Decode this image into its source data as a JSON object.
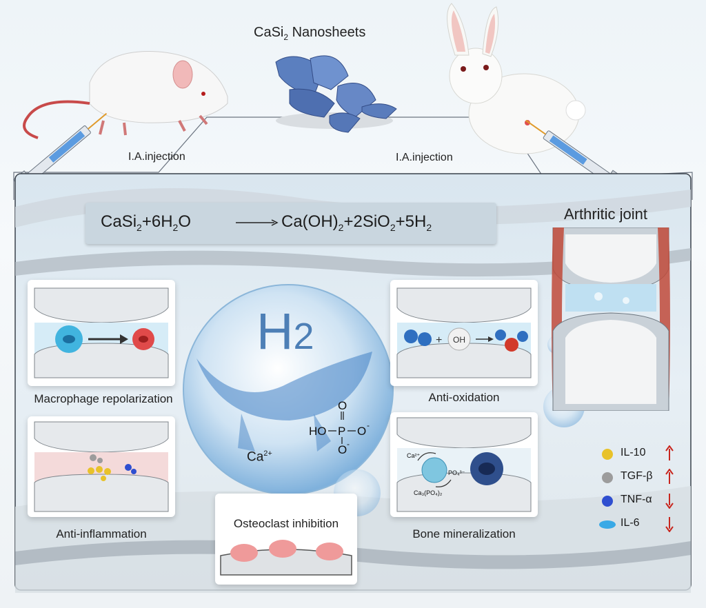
{
  "header": {
    "title_base": "CaSi",
    "title_sub": "2",
    "title_rest": " Nanosheets",
    "injection_left": "I.A.injection",
    "injection_right": "I.A.injection"
  },
  "equation": {
    "lhs_ca": "CaSi",
    "lhs_sub": "2",
    "lhs_plus": "+6H",
    "lhs_sub2": "2",
    "lhs_o": "O",
    "rhs_a": "Ca(OH)",
    "rhs_sub1": "2",
    "rhs_b": "+2SiO",
    "rhs_sub2": "2",
    "rhs_c": "+5H",
    "rhs_sub3": "2"
  },
  "joint": {
    "title": "Arthritic joint"
  },
  "center": {
    "h2_letter": "H",
    "h2_sub": "2",
    "ca_ion": "Ca",
    "ca_charge": "2+",
    "phosphate_ho": "HO",
    "phosphate_p": "P",
    "phosphate_o": "O",
    "phosphate_minus": "-"
  },
  "panels": {
    "macrophage": "Macrophage repolarization",
    "inflammation": "Anti-inflammation",
    "osteoclast": "Osteoclast inhibition",
    "oxidation": "Anti-oxidation",
    "mineralization": "Bone mineralization",
    "oxidation_oh": "OH",
    "min_ca": "Ca²⁺",
    "min_po4": "PO₄³⁻",
    "min_product": "Ca₃(PO₄)₂"
  },
  "legend": {
    "items": [
      {
        "label": "IL-10",
        "color": "#e8c22a",
        "trend": "up"
      },
      {
        "label": "TGF-β",
        "color": "#9c9c9c",
        "trend": "up"
      },
      {
        "label": "TNF-α",
        "color": "#2f4fd0",
        "trend": "down"
      },
      {
        "label": "IL-6",
        "color": "#39a9e6",
        "trend": "down"
      }
    ],
    "arrow_color": "#c8261e"
  }
}
